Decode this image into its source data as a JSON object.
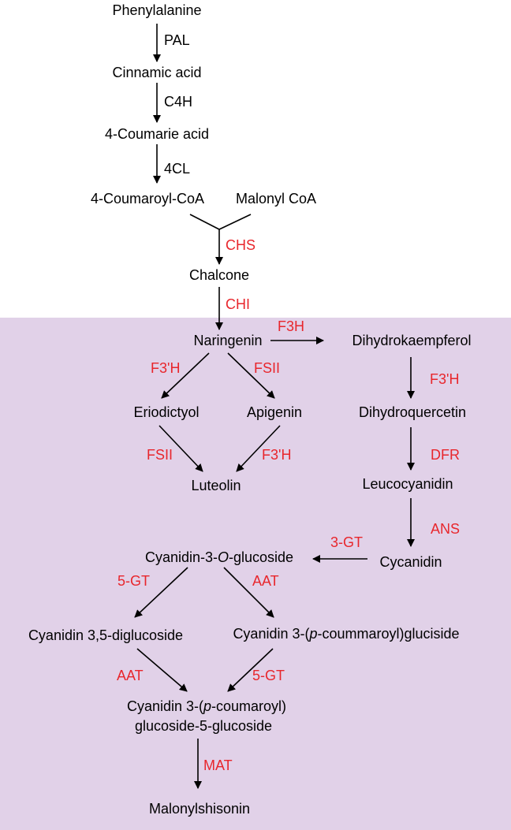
{
  "colors": {
    "shaded_region": "#e1d1e8",
    "enzyme_highlight": "#e8262c",
    "text": "#000000",
    "arrow": "#000000"
  },
  "compounds": {
    "phenylalanine": "Phenylalanine",
    "cinnamic_acid": "Cinnamic acid",
    "coumarie_acid": "4-Coumarie acid",
    "coumaroyl_coa": "4-Coumaroyl-CoA",
    "malonyl_coa": "Malonyl CoA",
    "chalcone": "Chalcone",
    "naringenin": "Naringenin",
    "dihydrokaempferol": "Dihydrokaempferol",
    "eriodictyol": "Eriodictyol",
    "apigenin": "Apigenin",
    "dihydroquercetin": "Dihydroquercetin",
    "luteolin": "Luteolin",
    "leucocyanidin": "Leucocyanidin",
    "cycanidin": "Cycanidin",
    "cyanidin_3_o_glucoside": {
      "pre": "Cyanidin-3-",
      "ital": "O",
      "post": "-glucoside"
    },
    "cyanidin_35_diglucoside": "Cyanidin 3,5-diglucoside",
    "cyanidin_coummaroyl_gluciside": {
      "pre": "Cyanidin 3-(",
      "ital": "p",
      "post": "-coummaroyl)gluciside"
    },
    "cyanidin_coumaroyl_glucoside_line1": {
      "pre": "Cyanidin 3-(",
      "ital": "p",
      "post": "-coumaroyl)"
    },
    "cyanidin_coumaroyl_glucoside_line2": "glucoside-5-glucoside",
    "malonylshisonin": "Malonylshisonin"
  },
  "enzymes": {
    "pal": "PAL",
    "c4h": "C4H",
    "cl4": "4CL",
    "chs": "CHS",
    "chi": "CHI",
    "f3h": "F3H",
    "f3ph_left": "F3'H",
    "fsii_top": "FSII",
    "f3ph_right": "F3'H",
    "fsii_bottom": "FSII",
    "f3ph_bottom": "F3'H",
    "dfr": "DFR",
    "ans": "ANS",
    "gt3": "3-GT",
    "gt5_left": "5-GT",
    "aat_top": "AAT",
    "aat_bottom": "AAT",
    "gt5_bottom": "5-GT",
    "mat": "MAT"
  }
}
